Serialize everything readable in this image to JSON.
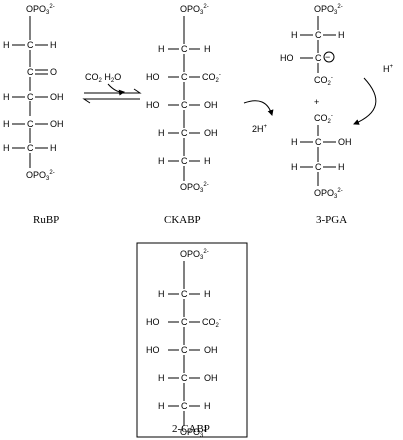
{
  "labels": {
    "rubp": "RuBP",
    "ckabp": "CKABP",
    "pga": "3-PGA",
    "cabp": "2-CABP"
  },
  "groups": {
    "opo3": "OPO",
    "opo3_sub": "3",
    "opo3_sup": "2-",
    "h": "H",
    "c": "C",
    "o": "O",
    "oh": "OH",
    "ho": "HO",
    "co2": "CO",
    "co2_sub": "2",
    "co2_sup": "-",
    "h2o": "H",
    "h2o_sub": "2",
    "h2o_tail": "O",
    "co2_reagent": "CO",
    "co2_reagent_sub": "2",
    "plus": "+",
    "minus": "−",
    "h_plus": "H",
    "h_plus_sup": "+",
    "two_h_plus": "2H",
    "two_h_plus_sup": "+"
  },
  "colors": {
    "ink": "#000000",
    "background": "#ffffff"
  }
}
